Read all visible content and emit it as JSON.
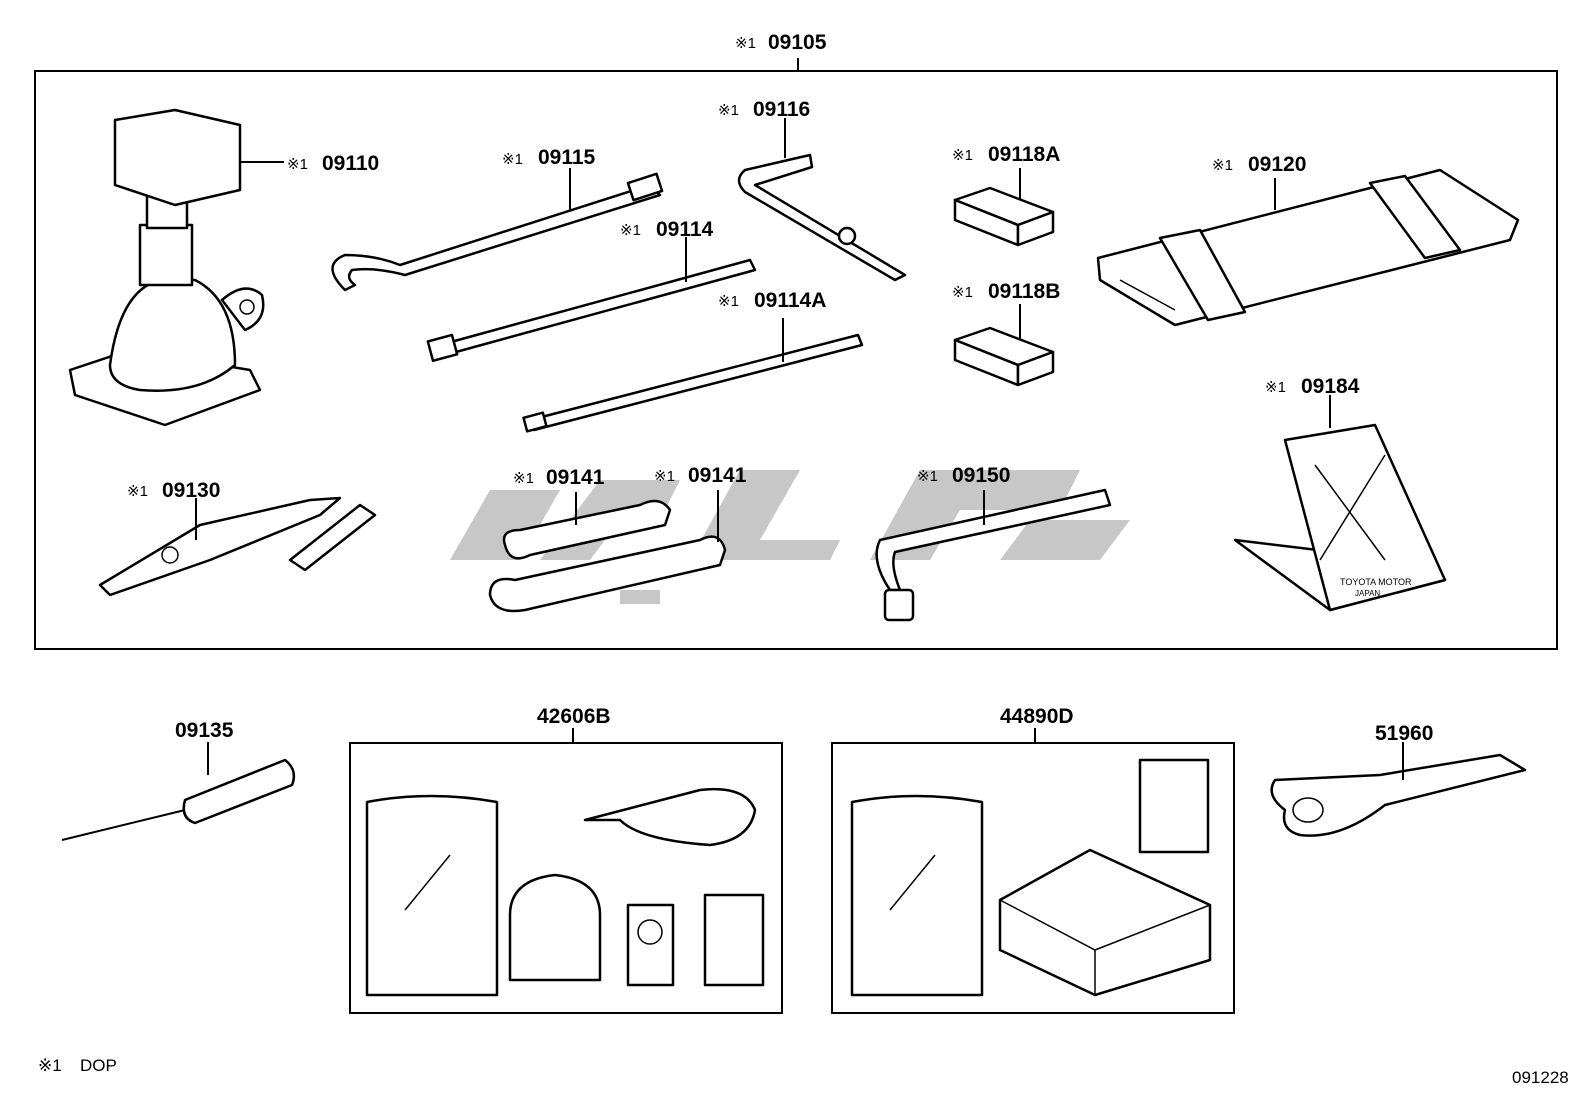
{
  "diagram": {
    "ref_marker": "※1",
    "group_label": "09105",
    "parts_in_group": [
      {
        "id": "09110"
      },
      {
        "id": "09115"
      },
      {
        "id": "09114"
      },
      {
        "id": "09114A"
      },
      {
        "id": "09116"
      },
      {
        "id": "09118A"
      },
      {
        "id": "09118B"
      },
      {
        "id": "09120"
      },
      {
        "id": "09184"
      },
      {
        "id": "09130"
      },
      {
        "id": "09141a",
        "label": "09141"
      },
      {
        "id": "09141b",
        "label": "09141"
      },
      {
        "id": "09150"
      }
    ],
    "loose_parts": [
      {
        "id": "09135"
      },
      {
        "id": "42606B"
      },
      {
        "id": "44890D"
      },
      {
        "id": "51960"
      }
    ],
    "chock_text": [
      "TOYOTA MOTOR",
      "JAPAN"
    ],
    "footnote": {
      "marker": "※1",
      "text": "DOP"
    },
    "diagram_code": "091228"
  }
}
